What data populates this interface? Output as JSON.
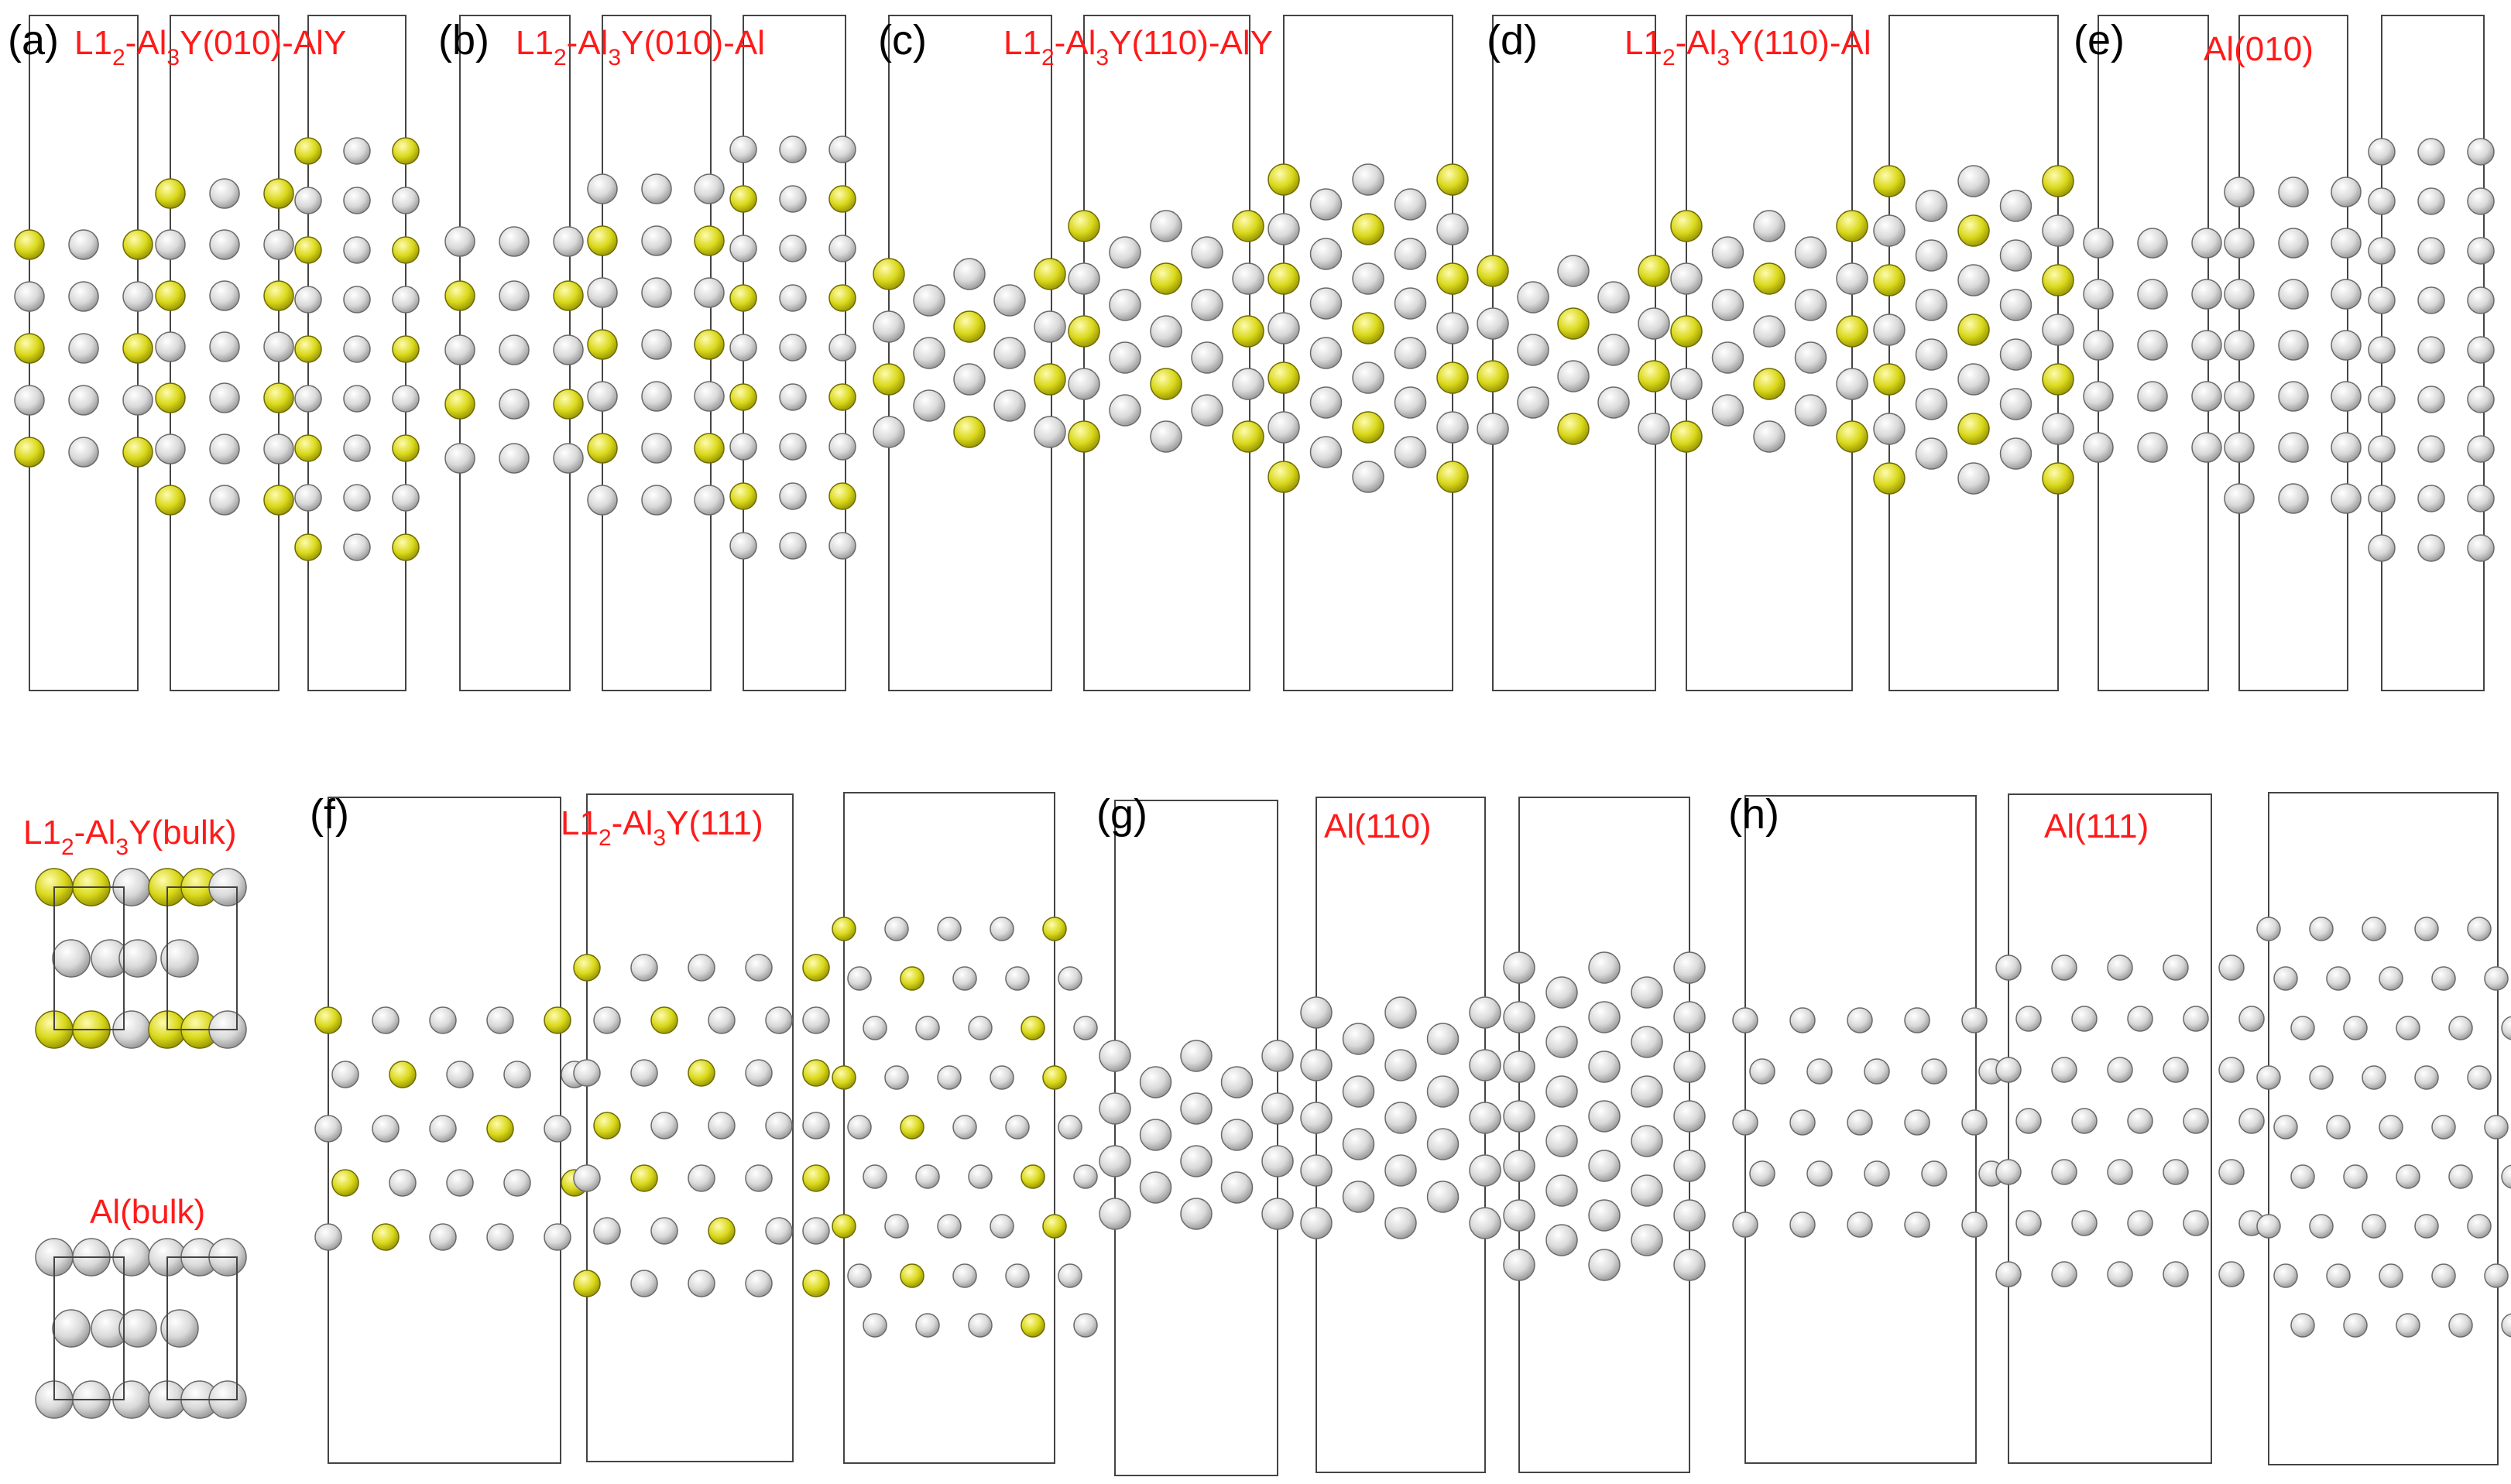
{
  "colors": {
    "al_atom": "#d9d9d9",
    "y_atom": "#d9d81a",
    "title_red": "#ff1a1a",
    "cell_line": "#444444"
  },
  "panels": [
    {
      "letter": "(a)",
      "title": {
        "pre": "L1",
        "s1": "2",
        "mid": "-Al",
        "s2": "3",
        "post": "Y(010)-AlY"
      }
    },
    {
      "letter": "(b)",
      "title": {
        "pre": "L1",
        "s1": "2",
        "mid": "-Al",
        "s2": "3",
        "post": "Y(010)-Al"
      }
    },
    {
      "letter": "(c)",
      "title": {
        "pre": "L1",
        "s1": "2",
        "mid": "-Al",
        "s2": "3",
        "post": "Y(110)-AlY"
      }
    },
    {
      "letter": "(d)",
      "title": {
        "pre": "L1",
        "s1": "2",
        "mid": "-Al",
        "s2": "3",
        "post": "Y(110)-Al"
      }
    },
    {
      "letter": "(e)",
      "title": {
        "pre": "Al(010)"
      }
    },
    {
      "letter": "(f)",
      "title": {
        "pre": "L1",
        "s1": "2",
        "mid": "-Al",
        "s2": "3",
        "post": "Y(111)"
      }
    },
    {
      "letter": "(g)",
      "title": {
        "pre": "Al(110)"
      }
    },
    {
      "letter": "(h)",
      "title": {
        "pre": "Al(111)"
      }
    }
  ],
  "bulk": [
    {
      "title": {
        "pre": "L1",
        "s1": "2",
        "mid": "-Al",
        "s2": "3",
        "post": "Y(bulk)"
      }
    },
    {
      "title": {
        "pre": "Al(bulk)"
      }
    }
  ]
}
